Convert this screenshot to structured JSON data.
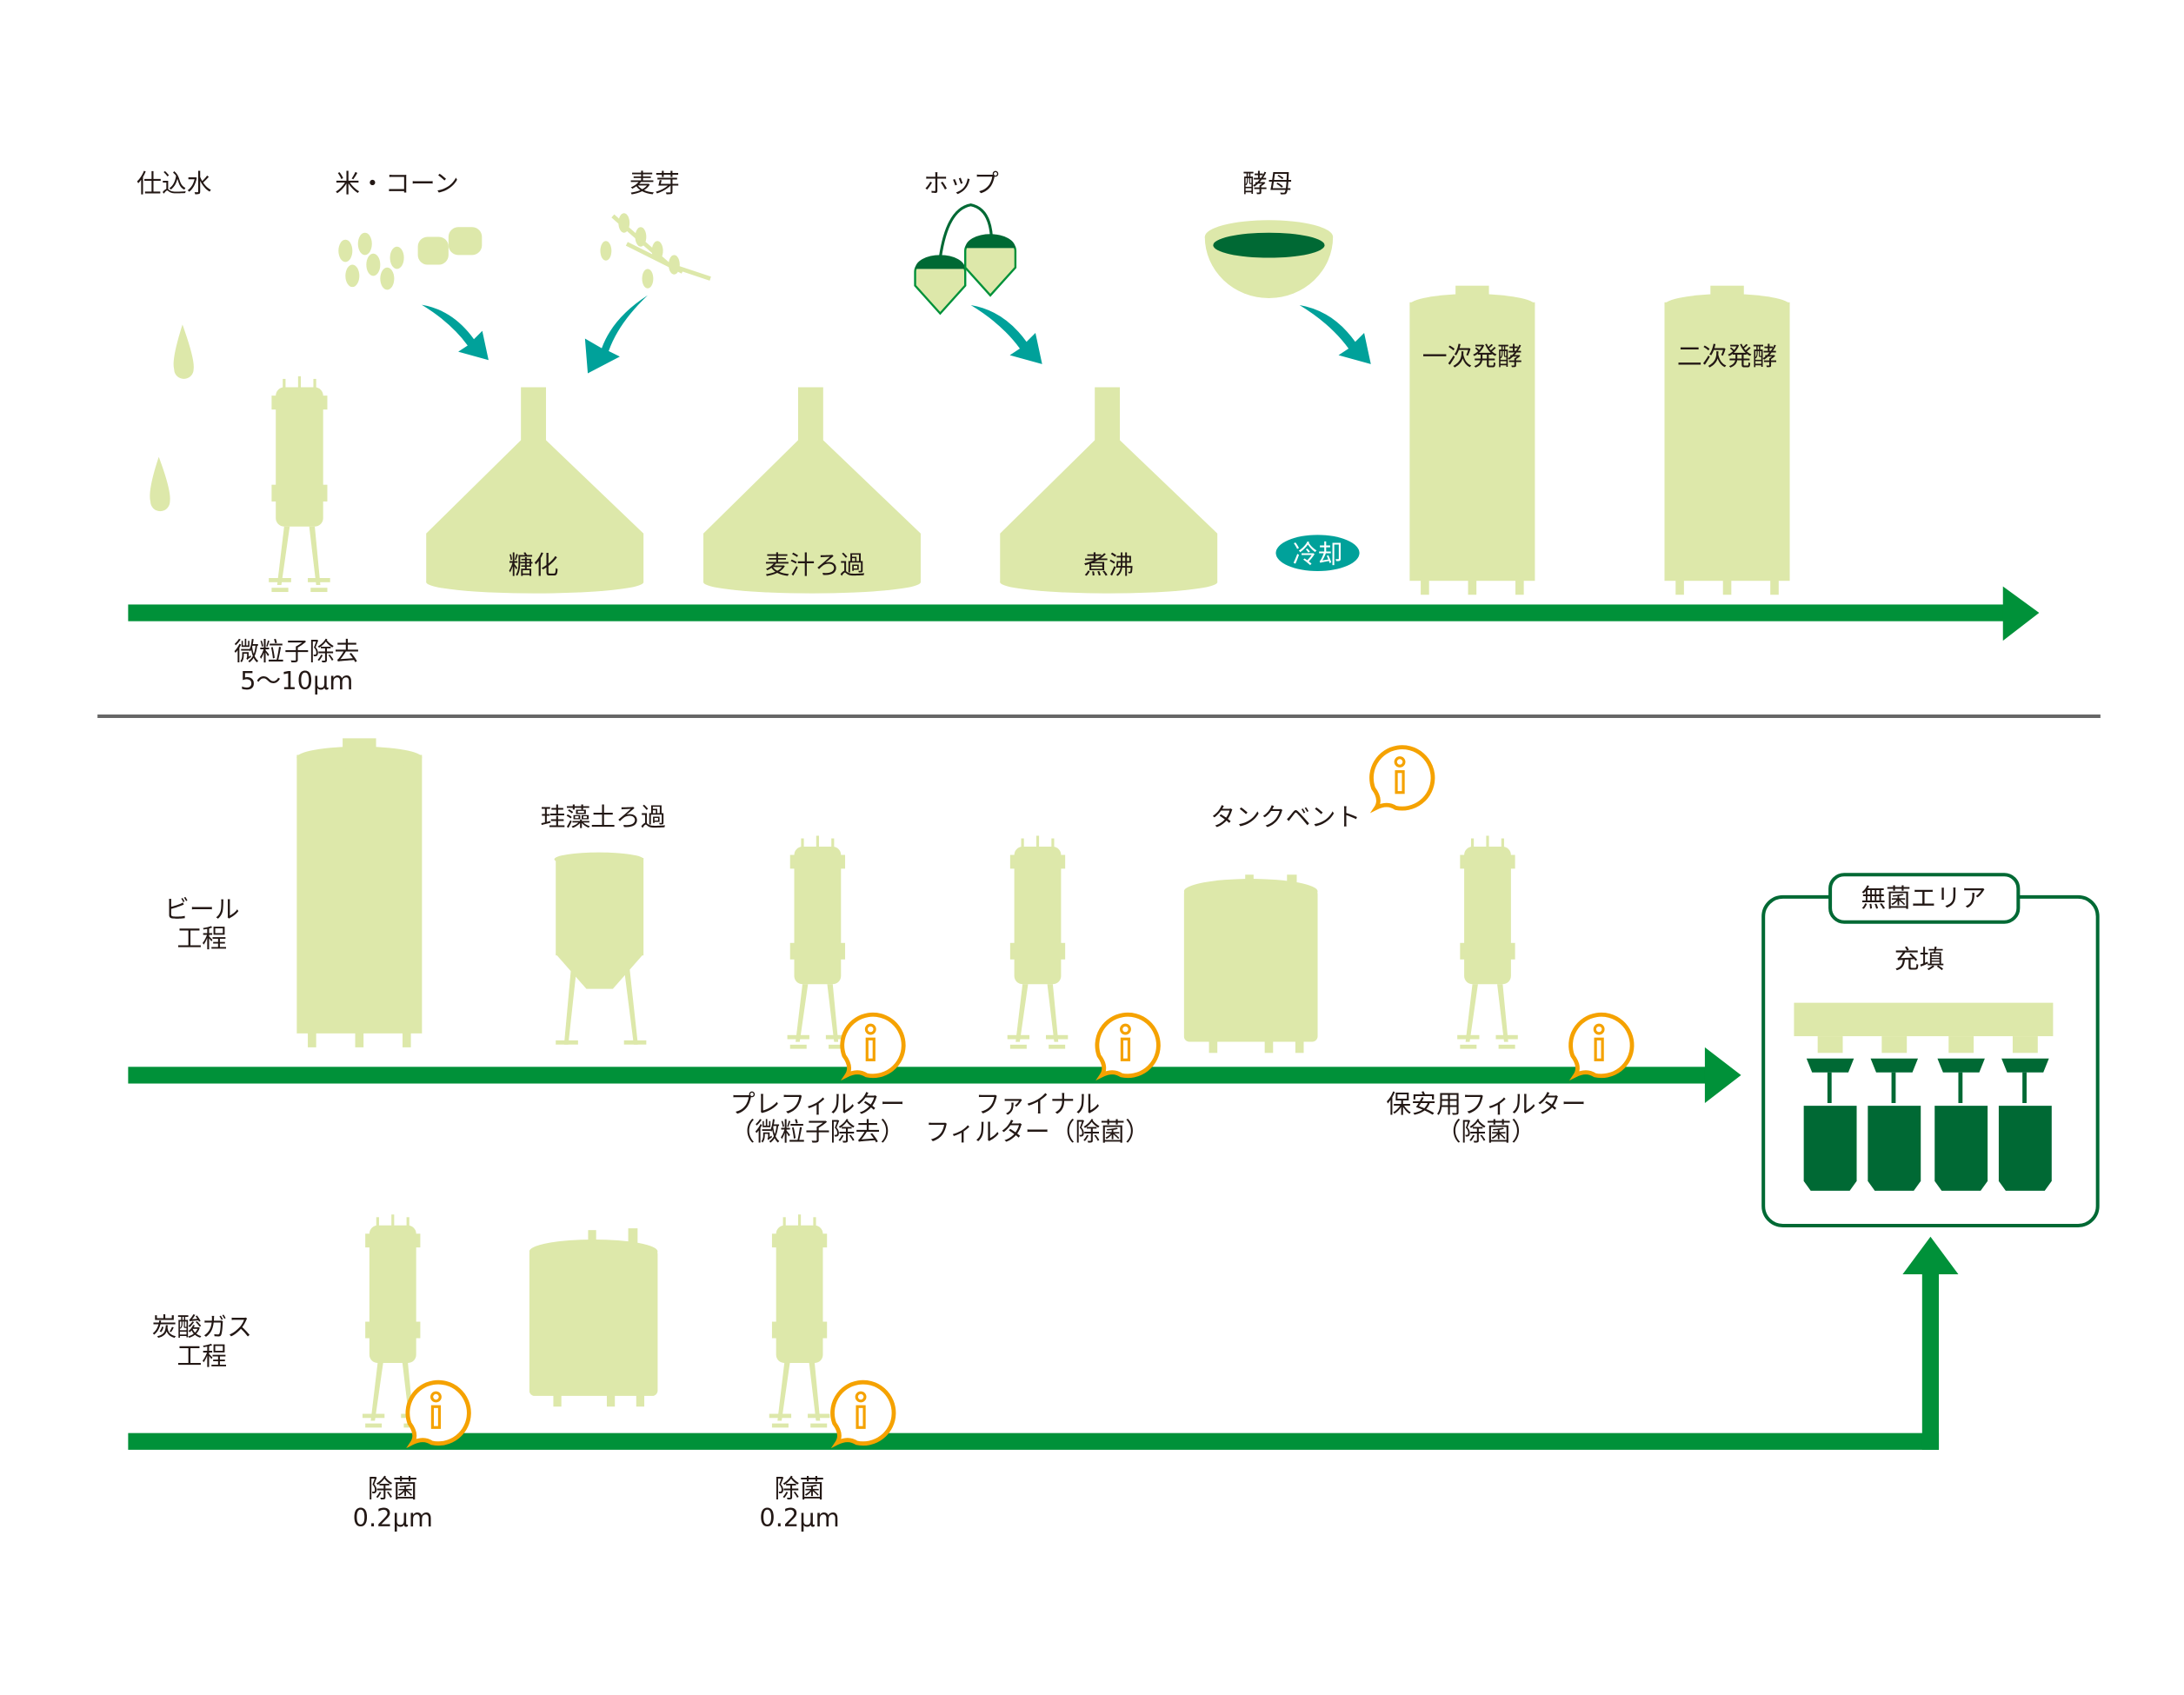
{
  "colors": {
    "light_green": "#dde8aa",
    "flow_green": "#009139",
    "teal": "#00a19a",
    "dark_green": "#006934",
    "info_orange": "#f5a200"
  },
  "ingredients": {
    "water": "仕込水",
    "rice_corn": "米・コーン",
    "malt": "麦芽",
    "hops": "ホップ",
    "yeast": "酵母"
  },
  "brewing": {
    "mashing": "糖化",
    "lautering": "麦汁ろ過",
    "boiling": "煮沸",
    "cooling": "冷却",
    "primary": "一次発酵",
    "secondary": "二次発酵"
  },
  "water_filter": {
    "line1": "微粒子除去",
    "line2": "5～10μm"
  },
  "beer_process": {
    "line1": "ビール",
    "line2": "工程",
    "diatom": "珪藻土ろ過",
    "tank_vent": "タンクベント",
    "prefilter": {
      "line1": "プレフィルター",
      "line2": "（微粒子除去）"
    },
    "final": {
      "line1": "ファイナル",
      "line2": "フィルター（除菌）"
    },
    "safety": {
      "line1": "保安用フィルター",
      "line2": "（除菌）"
    }
  },
  "co2_process": {
    "line1": "炭酸ガス",
    "line2": "工程",
    "filter1": {
      "line1": "除菌",
      "line2": "0.2μm"
    },
    "filter2": {
      "line1": "除菌",
      "line2": "0.2μm"
    }
  },
  "sterile_area": {
    "title": "無菌エリア",
    "filling": "充填"
  },
  "icons": [
    "water-drop-icon",
    "grain-icon",
    "malt-icon",
    "hop-icon",
    "yeast-bowl-icon",
    "info-icon"
  ]
}
